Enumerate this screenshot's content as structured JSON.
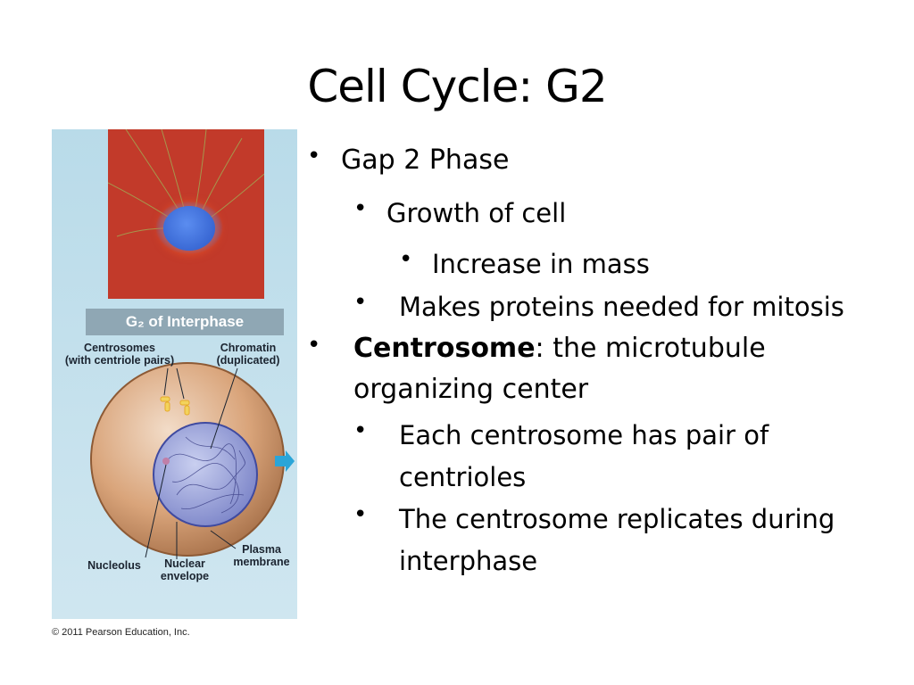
{
  "slide": {
    "title": "Cell Cycle: G2"
  },
  "figure": {
    "banner": "G₂ of Interphase",
    "labels": {
      "centrosomes": "Centrosomes",
      "centrosomes_sub": "(with centriole pairs)",
      "chromatin": "Chromatin",
      "chromatin_sub": "(duplicated)",
      "nucleolus": "Nucleolus",
      "nuclear": "Nuclear",
      "envelope": "envelope",
      "plasma": "Plasma",
      "membrane": "membrane"
    },
    "copyright": "© 2011 Pearson Education, Inc."
  },
  "bullets": {
    "b1": "Gap 2 Phase",
    "b1a": "Growth of cell",
    "b1a1": "Increase in mass",
    "b1b": "Makes proteins needed for mitosis",
    "b2_bold": "Centrosome",
    "b2_rest": ": the microtubule",
    "b2_line2": "organizing center",
    "b2a_line1": "Each centrosome has pair of",
    "b2a_line2": "centrioles",
    "b2b_line1": "The centrosome replicates during",
    "b2b_line2": "interphase"
  }
}
